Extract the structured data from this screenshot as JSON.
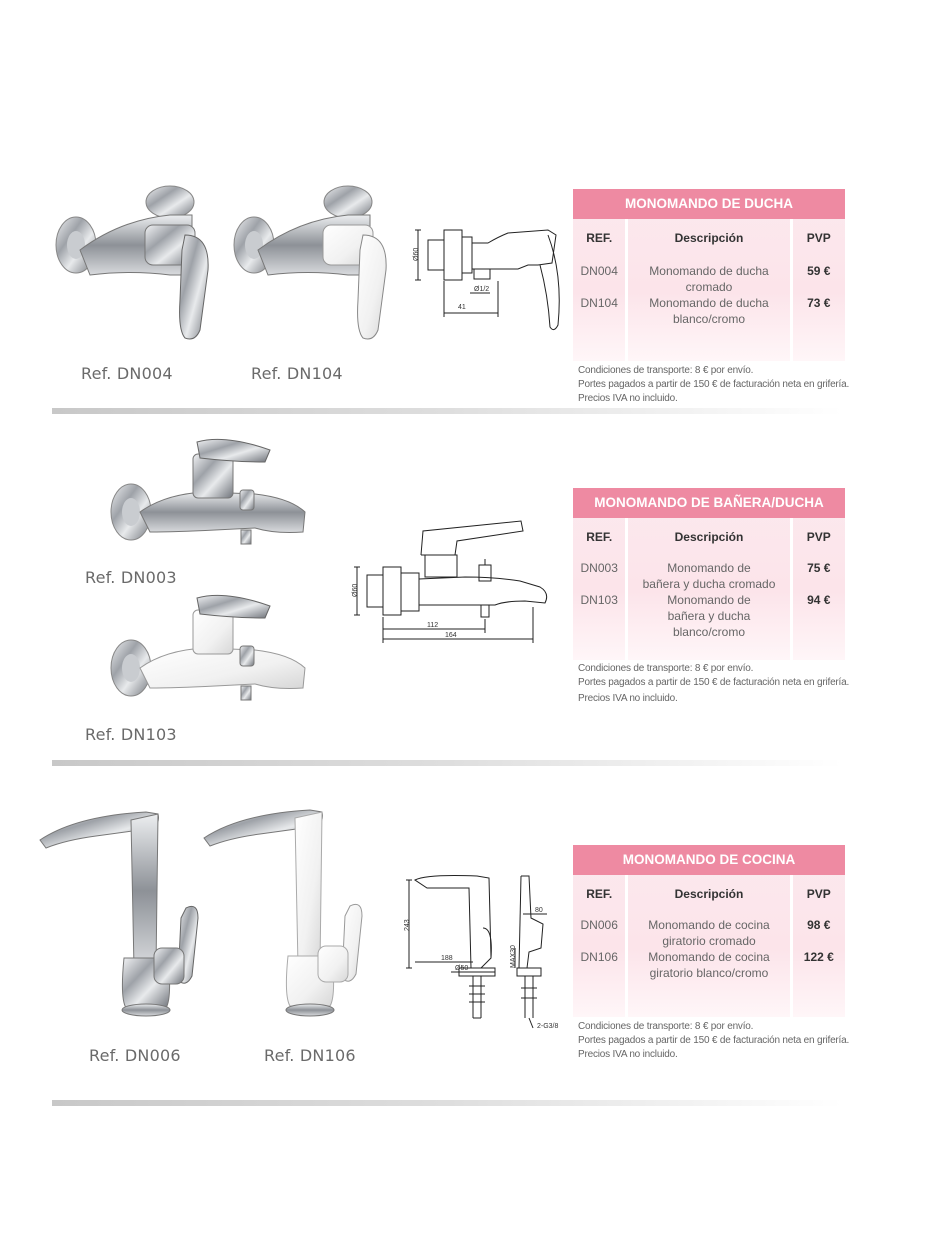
{
  "sections": [
    {
      "title": "MONOMANDO DE DUCHA",
      "products": [
        {
          "ref_label": "Ref. DN004"
        },
        {
          "ref_label": "Ref. DN104"
        }
      ],
      "dims": [
        "Ø60",
        "Ø1/2",
        "41"
      ],
      "headers": {
        "ref": "REF.",
        "desc": "Descripción",
        "pvp": "PVP"
      },
      "rows": [
        {
          "ref": "DN004",
          "desc": [
            "Monomando de ducha",
            "cromado"
          ],
          "pvp": "59 €"
        },
        {
          "ref": "DN104",
          "desc": [
            "Monomando de ducha",
            "blanco/cromo"
          ],
          "pvp": "73 €"
        }
      ],
      "notes": [
        "Condiciones de transporte: 8 € por envío.",
        "Portes pagados a partir de 150 € de facturación neta en grifería.",
        "Precios IVA no incluido."
      ]
    },
    {
      "title": "MONOMANDO DE BAÑERA/DUCHA",
      "products": [
        {
          "ref_label": "Ref. DN003"
        },
        {
          "ref_label": "Ref. DN103"
        }
      ],
      "dims": [
        "Ø60",
        "112",
        "164"
      ],
      "headers": {
        "ref": "REF.",
        "desc": "Descripción",
        "pvp": "PVP"
      },
      "rows": [
        {
          "ref": "DN003",
          "desc": [
            "Monomando de",
            "bañera y ducha cromado"
          ],
          "pvp": "75 €"
        },
        {
          "ref": "DN103",
          "desc": [
            "Monomando de",
            "bañera y ducha",
            "blanco/cromo"
          ],
          "pvp": "94 €"
        }
      ],
      "notes": [
        "Condiciones de transporte: 8 € por envío.",
        "Portes pagados a partir de 150 € de facturación neta en grifería.",
        "Precios IVA no incluido."
      ]
    },
    {
      "title": "MONOMANDO DE COCINA",
      "products": [
        {
          "ref_label": "Ref. DN006"
        },
        {
          "ref_label": "Ref. DN106"
        }
      ],
      "dims": [
        "243",
        "188",
        "Ø50",
        "MAX30",
        "80",
        "2-G3/8"
      ],
      "headers": {
        "ref": "REF.",
        "desc": "Descripción",
        "pvp": "PVP"
      },
      "rows": [
        {
          "ref": "DN006",
          "desc": [
            "Monomando de cocina",
            "giratorio cromado"
          ],
          "pvp": "98 €"
        },
        {
          "ref": "DN106",
          "desc": [
            "Monomando de cocina",
            "giratorio blanco/cromo"
          ],
          "pvp": "122 €"
        }
      ],
      "notes": [
        "Condiciones de transporte: 8 € por envío.",
        "Portes pagados a partir de 150 € de facturación neta en grifería.",
        "Precios IVA no incluido."
      ]
    }
  ],
  "colors": {
    "table_header": "#ee8aa2",
    "table_body": "#fce4ea",
    "chrome": "#b9bcc2",
    "white_finish": "#f4f4f4"
  }
}
